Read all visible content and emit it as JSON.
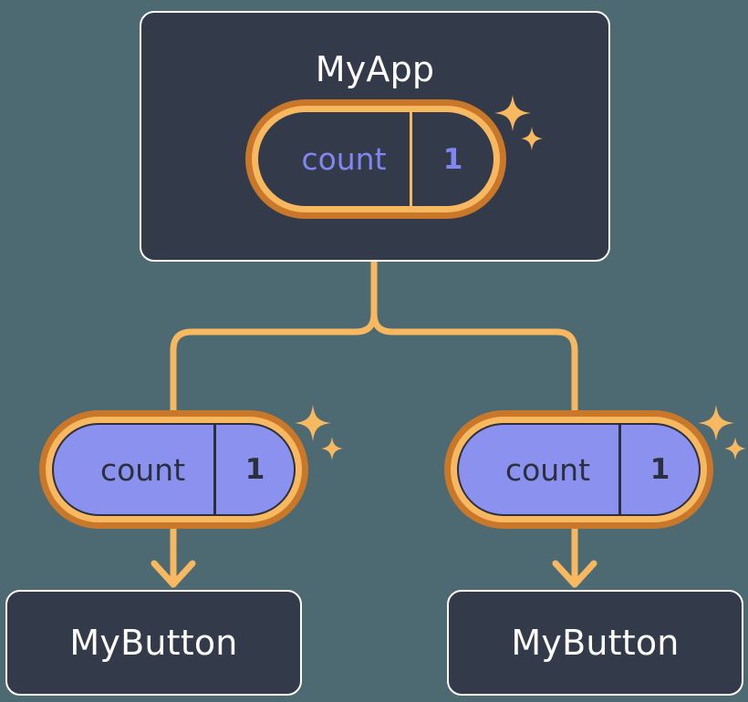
{
  "diagram": {
    "type": "component-state-tree",
    "background_color": "#4d6972",
    "root": {
      "title": "MyApp",
      "state_pill": {
        "key": "count",
        "value": "1",
        "style": "dark-fill",
        "sparkle": "sparkle-icon"
      }
    },
    "children": [
      {
        "state_pill": {
          "key": "count",
          "value": "1",
          "style": "purple-fill",
          "sparkle": "sparkle-icon"
        },
        "title": "MyButton"
      },
      {
        "state_pill": {
          "key": "count",
          "value": "1",
          "style": "purple-fill",
          "sparkle": "sparkle-icon"
        },
        "title": "MyButton"
      }
    ],
    "connectors": {
      "color": "#f8b85f",
      "style": "rounded-elbow-with-arrowheads"
    },
    "colors": {
      "card_bg": "#333a49",
      "card_border": "#ffffff",
      "pill_ring_outer": "#c9782a",
      "pill_ring_inner": "#f8b85f",
      "pill_fill_purple": "#8a91ee",
      "pill_fill_dark": "#333a49",
      "text_periwinkle": "#8087f0",
      "text_dark": "#2b303c",
      "text_light": "#ffffff",
      "accent_orange": "#f8b85f"
    }
  }
}
